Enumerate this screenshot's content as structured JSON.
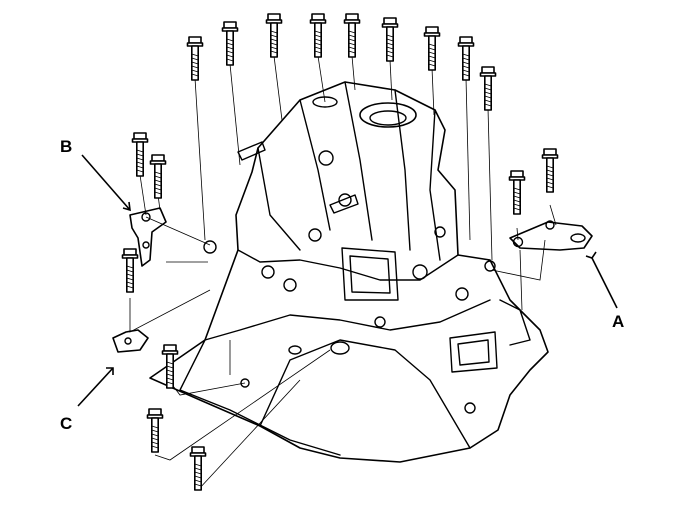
{
  "callouts": {
    "a": "A",
    "b": "B",
    "c": "C"
  },
  "icons": {
    "bolt": "bolt-icon",
    "bracket": "bracket-icon",
    "housing": "transmission-housing-icon"
  }
}
